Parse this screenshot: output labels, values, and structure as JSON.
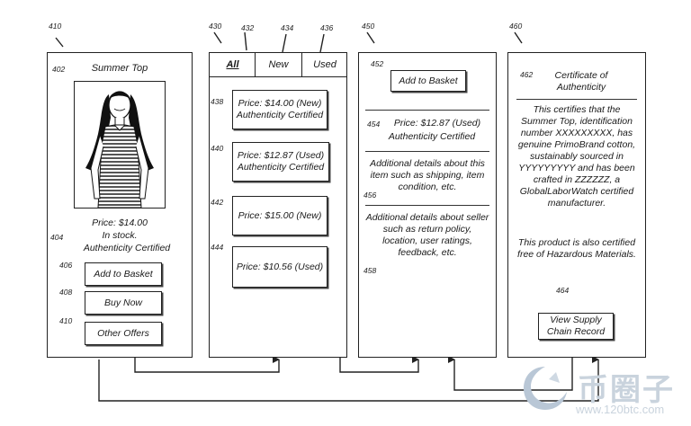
{
  "refs": {
    "p410": "410",
    "p402": "402",
    "p404": "404",
    "p406": "406",
    "p408": "408",
    "p410b": "410",
    "p430": "430",
    "p432": "432",
    "p434": "434",
    "p436": "436",
    "p438": "438",
    "p440": "440",
    "p442": "442",
    "p444": "444",
    "p450": "450",
    "p452": "452",
    "p454": "454",
    "p456": "456",
    "p458": "458",
    "p460": "460",
    "p462": "462",
    "p464": "464"
  },
  "product": {
    "title": "Summer Top",
    "price": "Price: $14.00",
    "stock": "In stock.",
    "auth": "Authenticity Certified",
    "buttons": {
      "add": "Add to Basket",
      "buy": "Buy Now",
      "offers": "Other Offers"
    }
  },
  "offers": {
    "tabs": [
      "All",
      "New",
      "Used"
    ],
    "items": [
      {
        "line1": "Price: $14.00 (New)",
        "line2": "Authenticity Certified"
      },
      {
        "line1": "Price: $12.87 (Used)",
        "line2": "Authenticity Certified"
      },
      {
        "line1": "Price: $15.00 (New)",
        "line2": ""
      },
      {
        "line1": "Price: $10.56 (Used)",
        "line2": ""
      }
    ]
  },
  "detail": {
    "add": "Add to Basket",
    "price": "Price: $12.87 (Used)",
    "auth": "Authenticity Certified",
    "item_details": [
      "Additional details about this",
      "item such as shipping, item",
      "condition, etc."
    ],
    "seller_details": [
      "Additional details about seller",
      "such as return policy,",
      "location, user ratings,",
      "feedback, etc."
    ]
  },
  "certificate": {
    "title": [
      "Certificate of",
      "Authenticity"
    ],
    "body": [
      "This certifies that the",
      "Summer Top, identification",
      "number XXXXXXXXX, has",
      "genuine PrimoBrand cotton,",
      "sustainably sourced in",
      "YYYYYYYYY and has been",
      "crafted in ZZZZZZ, a",
      "GlobalLaborWatch certified",
      "manufacturer."
    ],
    "extra": [
      "This product is also certified",
      "free of Hazardous Materials."
    ],
    "button": [
      "View Supply",
      "Chain Record"
    ]
  },
  "watermark": {
    "brand": "币圈子",
    "url": "www.120btc.com"
  }
}
